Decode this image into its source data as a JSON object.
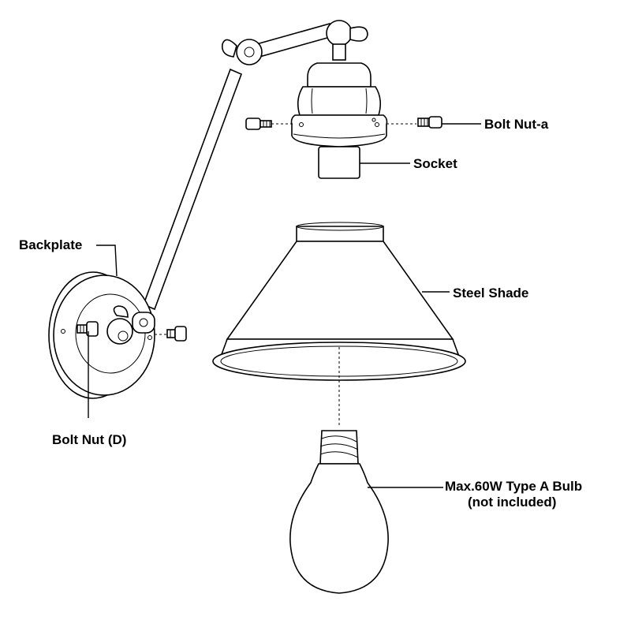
{
  "labels": {
    "bolt_nut_a": "Bolt Nut-a",
    "socket": "Socket",
    "backplate": "Backplate",
    "steel_shade": "Steel Shade",
    "bolt_nut_d": "Bolt Nut (D)",
    "bulb_line1": "Max.60W Type A Bulb",
    "bulb_line2": "(not included)"
  }
}
